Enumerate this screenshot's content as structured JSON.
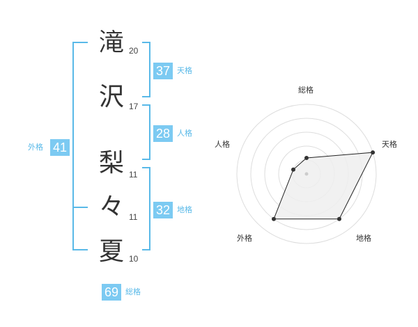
{
  "name": {
    "characters": [
      {
        "char": "滝",
        "strokes": "20"
      },
      {
        "char": "沢",
        "strokes": "17"
      },
      {
        "char": "梨",
        "strokes": "11"
      },
      {
        "char": "々",
        "strokes": "11"
      },
      {
        "char": "夏",
        "strokes": "10"
      }
    ]
  },
  "fortunes": {
    "tenkaku": {
      "value": "37",
      "label": "天格"
    },
    "jinkaku": {
      "value": "28",
      "label": "人格"
    },
    "chikaku": {
      "value": "32",
      "label": "地格"
    },
    "gaikaku": {
      "value": "41",
      "label": "外格"
    },
    "soukaku": {
      "value": "69",
      "label": "総格"
    }
  },
  "radar": {
    "axes": [
      "総格",
      "天格",
      "地格",
      "外格",
      "人格"
    ],
    "levels": 5,
    "values": [
      0.23,
      1.0,
      0.8,
      0.8,
      0.2
    ],
    "colors": {
      "grid": "#dddddd",
      "fill": "#eeeeee",
      "stroke": "#222222",
      "point": "#333333"
    }
  },
  "colors": {
    "accent": "#59b9e8",
    "badge": "#7ccaf2"
  }
}
